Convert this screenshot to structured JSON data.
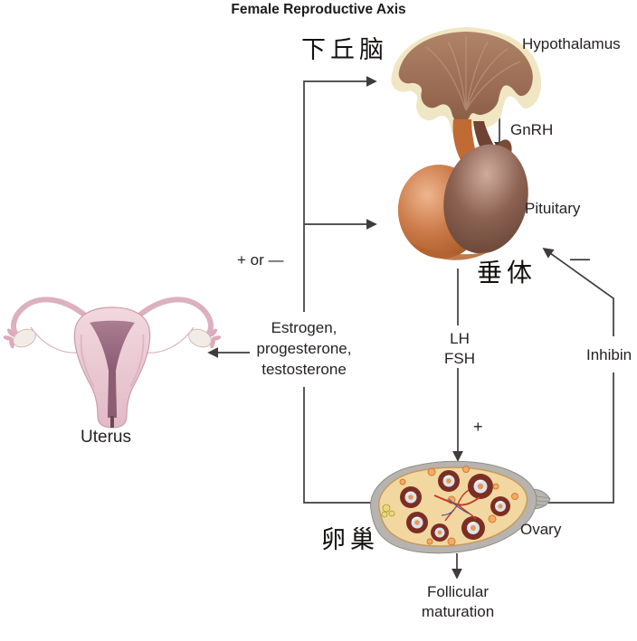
{
  "title": "Female Reproductive Axis",
  "labels": {
    "hypothalamus_cn": "下丘脑",
    "hypothalamus_en": "Hypothalamus",
    "gnrh": "GnRH",
    "pituitary_en": "Pituitary",
    "pituitary_cn": "垂体",
    "inhibin_minus": "—",
    "plus_or_minus": "+ or —",
    "estrogen_line1": "Estrogen,",
    "estrogen_line2": "progesterone,",
    "estrogen_line3": "testosterone",
    "lh": "LH",
    "fsh": "FSH",
    "inhibin": "Inhibin",
    "lhfsh_plus": "+",
    "ovary_en": "Ovary",
    "ovary_cn": "卵巢",
    "follicular_line1": "Follicular",
    "follicular_line2": "maturation",
    "uterus": "Uterus"
  },
  "edges": [
    {
      "from": "hypothalamus",
      "to": "pituitary",
      "label": "GnRH"
    },
    {
      "from": "pituitary",
      "to": "ovary",
      "label": "LH FSH",
      "sign": "+"
    },
    {
      "from": "ovary",
      "to": "hypothalamus",
      "label": "Estrogen, progesterone, testosterone",
      "sign": "+ or —"
    },
    {
      "from": "ovary",
      "to": "pituitary",
      "label": "Estrogen, progesterone, testosterone",
      "sign": "+ or —"
    },
    {
      "from": "ovary",
      "to": "pituitary",
      "label": "Inhibin",
      "sign": "—"
    },
    {
      "from": "ovary",
      "to": "uterus",
      "label": "Estrogen, progesterone, testosterone"
    },
    {
      "from": "ovary",
      "to": "follicular_maturation"
    }
  ],
  "palette": {
    "line": "#3f3c3c",
    "text": "#262223",
    "hypothalamus_brown": "#9c6e55",
    "cream_band": "#f1e6c4",
    "anterior_pituitary": "#cd7c4b",
    "posterior_pituitary": "#8c6252",
    "ovary_cortex": "#f2d7a0",
    "ovary_rim": "#b7b4b0",
    "follicle_ring": "#7c2e23",
    "vessel_red": "#c23b28",
    "vessel_blue": "#46589c",
    "uterus_pink": "#eccdd5",
    "uterus_cavity": "#8c5e72"
  }
}
